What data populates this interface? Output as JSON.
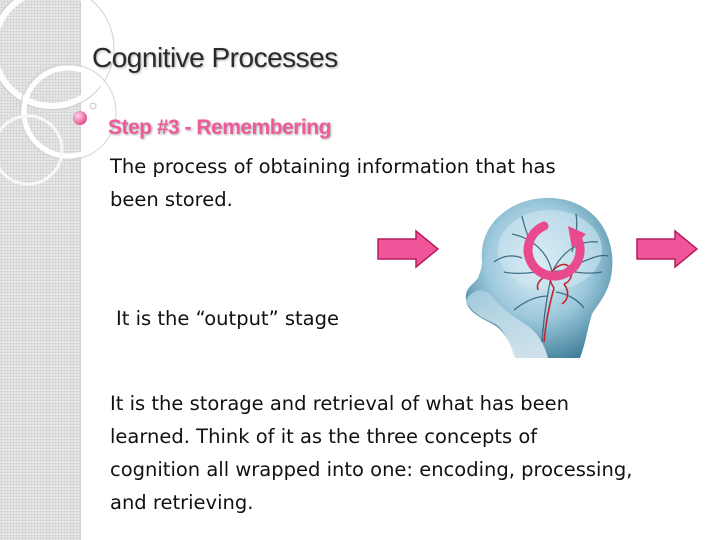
{
  "slide": {
    "title": "Cognitive Processes",
    "step_heading": "Step #3 - Remembering",
    "paragraph_1_line_1": "The process of obtaining information that has",
    "paragraph_1_line_2": "been stored.",
    "paragraph_2": "It is the “output” stage",
    "paragraph_3_line_1": "It is the storage and retrieval of what has been",
    "paragraph_3_line_2": "learned.  Think of it as the three concepts of",
    "paragraph_3_line_3": "cognition all wrapped into one:  encoding, processing,",
    "paragraph_3_line_4": "and retrieving."
  },
  "colors": {
    "accent_pink": "#ee5b9b",
    "arrow_fill": "#f0559a",
    "arrow_stroke": "#b51e5e",
    "side_band": "#e6e6e6",
    "brain_blue": "#7fb6cf"
  },
  "icons": [
    "arrow-right-icon",
    "arrow-right-icon",
    "brain-scan-image",
    "circular-arrow-icon",
    "bullet-dot-icon"
  ]
}
